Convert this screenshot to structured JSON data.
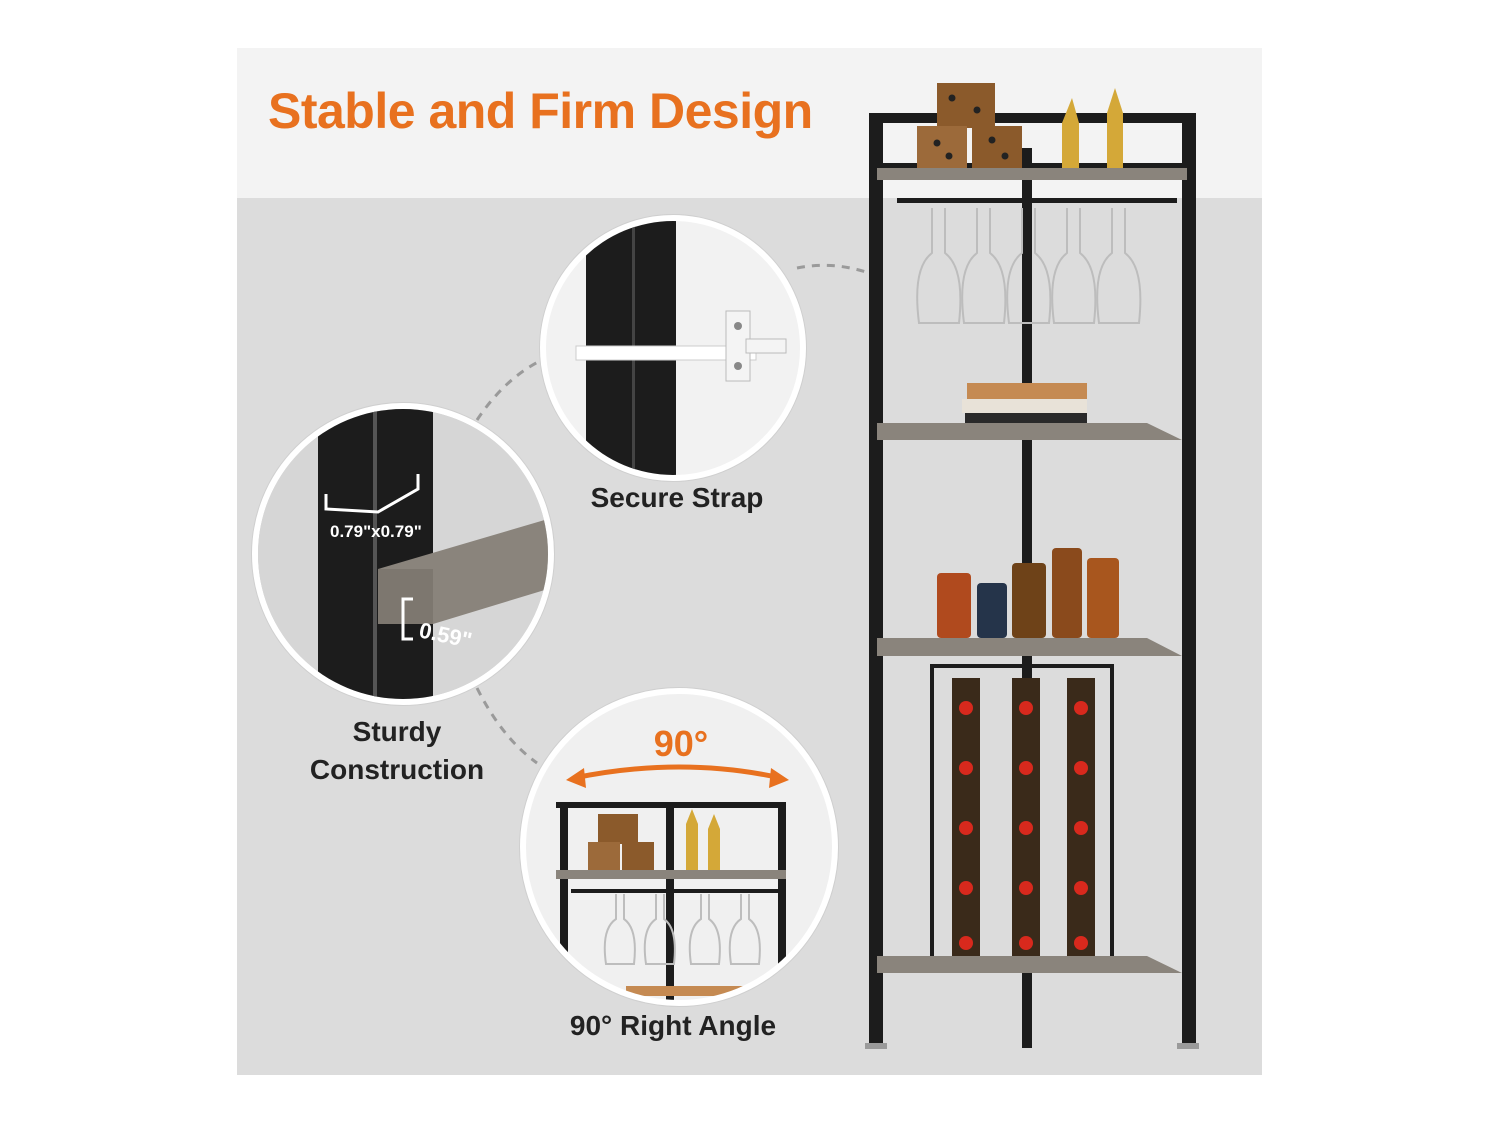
{
  "headline": "Stable and Firm Design",
  "features": {
    "strap": {
      "caption": "Secure Strap"
    },
    "construction": {
      "caption_line1": "Sturdy",
      "caption_line2": "Construction",
      "tube_size": "0.79\"x0.79\"",
      "board_thickness": "0.59\""
    },
    "angle": {
      "caption": "90° Right Angle",
      "angle_label": "90°"
    }
  },
  "colors": {
    "accent": "#e8711f",
    "frame": "#1c1c1c",
    "shelf": "#8a847c",
    "panel": "#dcdcdc"
  }
}
